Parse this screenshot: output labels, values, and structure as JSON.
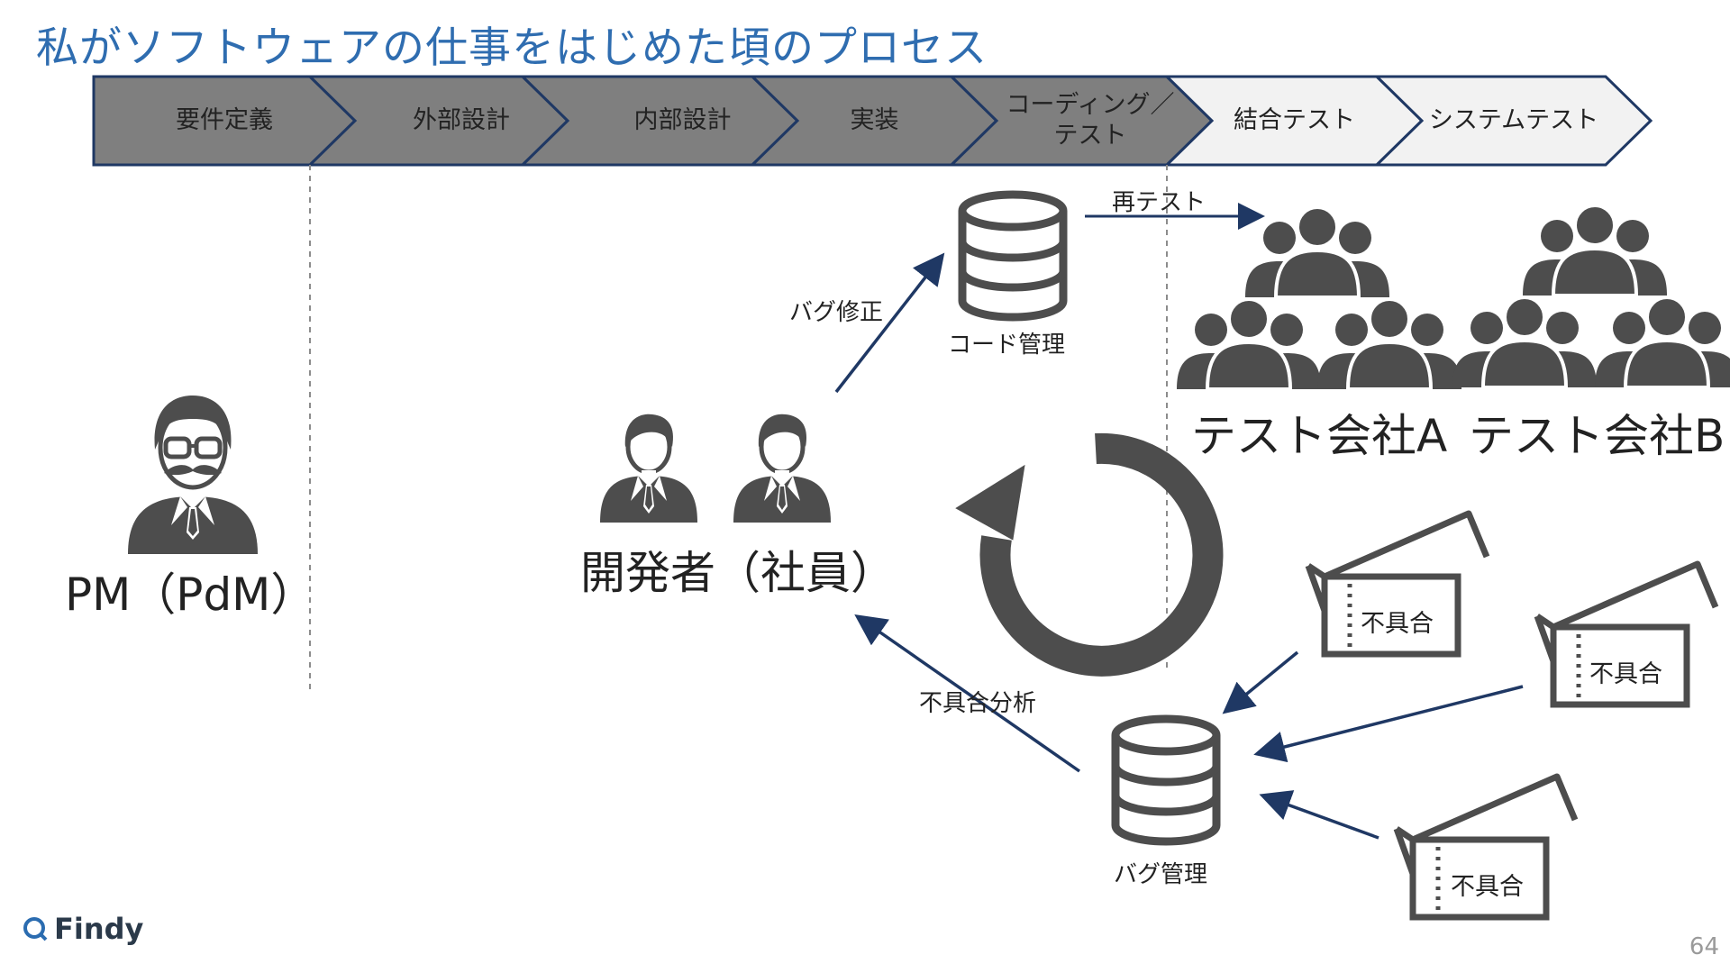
{
  "title": "私がソフトウェアの仕事をはじめた頃のプロセス",
  "process": {
    "steps": [
      "要件定義",
      "外部設計",
      "内部設計",
      "実装",
      "コーディング／\nテスト",
      "結合テスト",
      "システムテスト"
    ],
    "colors": {
      "done": "#7f7f7f",
      "pending": "#f2f2f2",
      "border": "#1f3864"
    }
  },
  "labels": {
    "pm": "PM（PdM）",
    "developers": "開発者（社員）",
    "code_management": "コード管理",
    "bug_management": "バグ管理",
    "retest": "再テスト",
    "bug_fix": "バグ修正",
    "defect_analysis": "不具合分析",
    "test_company_a": "テスト会社A",
    "test_company_b": "テスト会社B",
    "ticket": "不具合"
  },
  "icons": {
    "pm": "manager-with-glasses-icon",
    "developer": "developer-icon",
    "database": "database-icon",
    "group": "people-group-icon",
    "cycle": "refresh-cycle-icon",
    "ticket": "ticket-icon"
  },
  "colors": {
    "title": "#2f6db0",
    "arrow": "#1f3864",
    "icon": "#4d4d4d"
  },
  "footer": {
    "brand": "Findy",
    "page": "64"
  }
}
